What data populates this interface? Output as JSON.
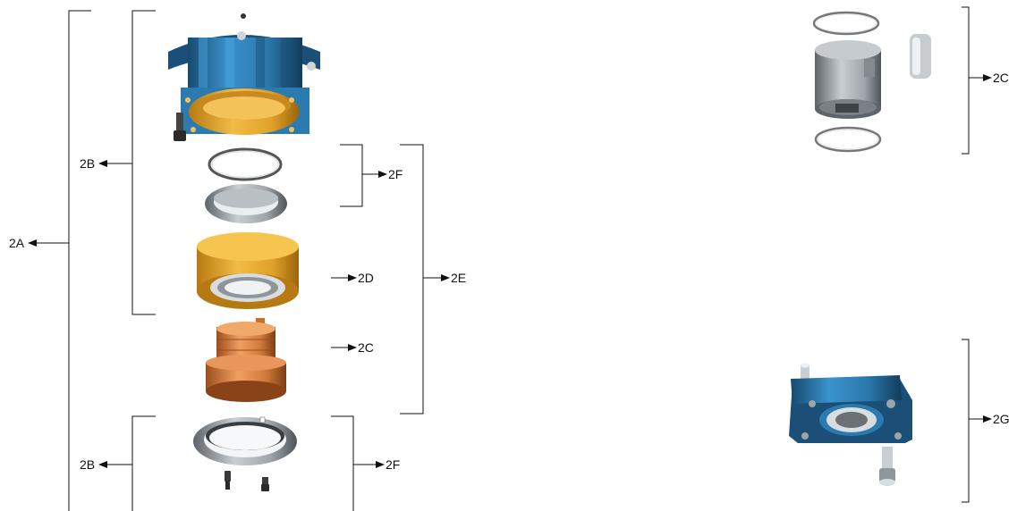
{
  "labels": {
    "l2a": "2A",
    "l2b_top": "2B",
    "l2b_bottom": "2B",
    "l2f_top": "2F",
    "l2f_bottom": "2F",
    "l2d": "2D",
    "l2c_mid": "2C",
    "l2e": "2E",
    "l2c_right": "2C",
    "l2g": "2G"
  },
  "colors": {
    "housing_blue": "#2b7bb0",
    "housing_dark": "#1b4f77",
    "bronze": "#e0a128",
    "copper": "#d07a3a",
    "steel": "#9ea4aa",
    "steel_dark": "#5e6469",
    "line": "#111111"
  }
}
